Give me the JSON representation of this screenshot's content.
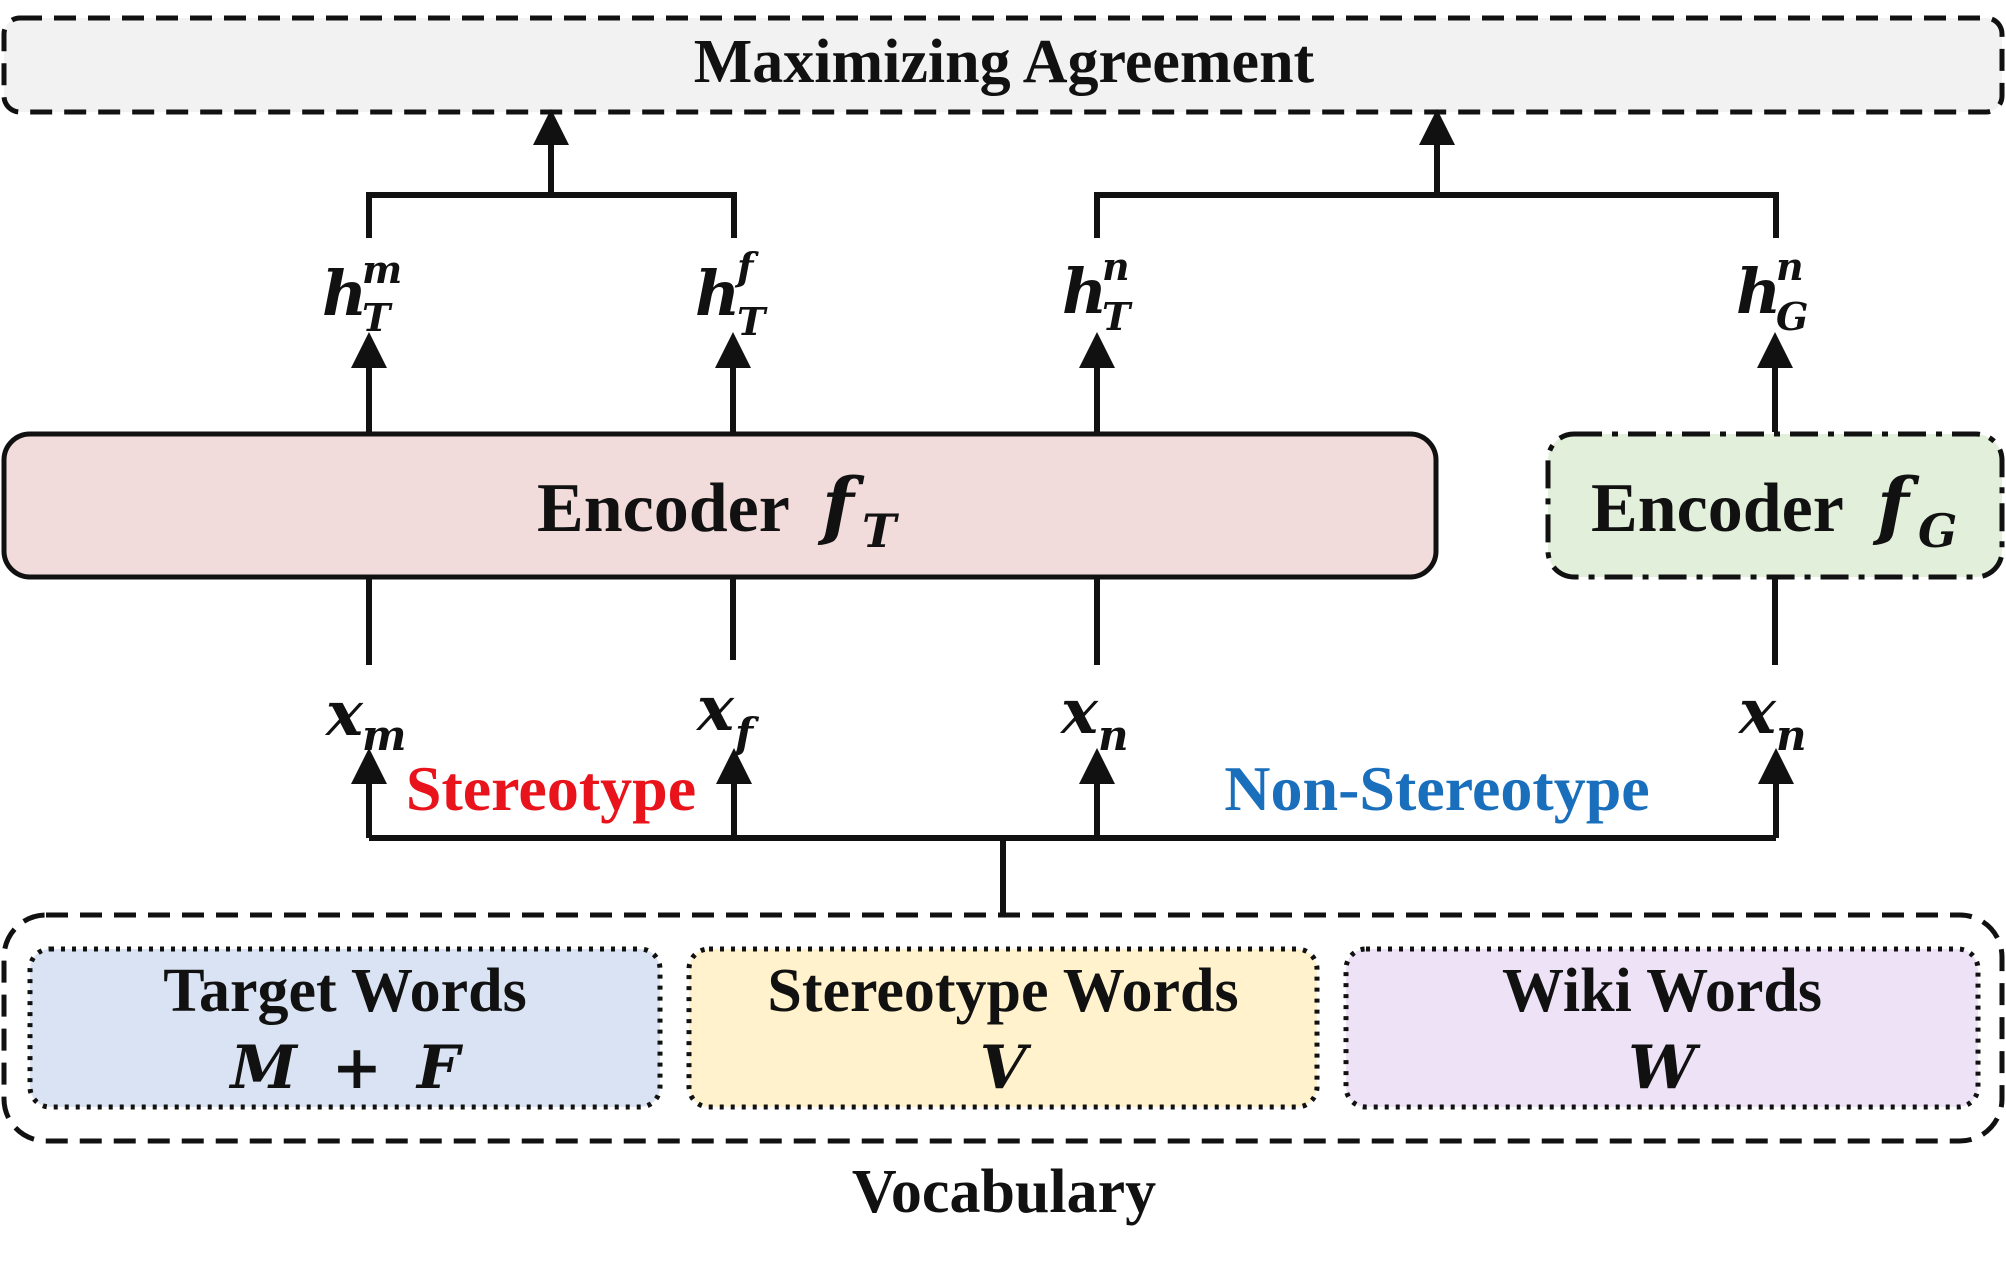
{
  "top_box": {
    "label": "Maximizing Agreement"
  },
  "encoder_t": {
    "label": "Encoder",
    "symbol": "f",
    "subscript": "T"
  },
  "encoder_g": {
    "label": "Encoder",
    "symbol": "f",
    "subscript": "G"
  },
  "outputs": [
    {
      "base": "h",
      "sub": "T",
      "sup": "m"
    },
    {
      "base": "h",
      "sub": "T",
      "sup": "f"
    },
    {
      "base": "h",
      "sub": "T",
      "sup": "n"
    },
    {
      "base": "h",
      "sub": "G",
      "sup": "n"
    }
  ],
  "inputs": [
    {
      "base": "x",
      "sub": "m"
    },
    {
      "base": "x",
      "sub": "f"
    },
    {
      "base": "x",
      "sub": "n"
    },
    {
      "base": "x",
      "sub": "n"
    }
  ],
  "stereotype_label": "Stereotype",
  "non_stereotype_label": "Non-Stereotype",
  "vocabulary_label": "Vocabulary",
  "word_groups": [
    {
      "title": "Target Words",
      "math_a": "M",
      "op": "+",
      "math_b": "F"
    },
    {
      "title": "Stereotype Words",
      "math_a": "V",
      "op": "",
      "math_b": ""
    },
    {
      "title": "Wiki Words",
      "math_a": "W",
      "op": "",
      "math_b": ""
    }
  ],
  "colors": {
    "stereotype": "#e8131b",
    "non_stereotype": "#1a6fbd",
    "encoder_t_fill": "#f2dcdb",
    "encoder_g_fill": "#e2efda",
    "top_box_fill": "#f2f2f2",
    "target_fill": "#dae3f3",
    "stereotype_fill": "#fff2cc",
    "wiki_fill": "#ede2f6"
  }
}
